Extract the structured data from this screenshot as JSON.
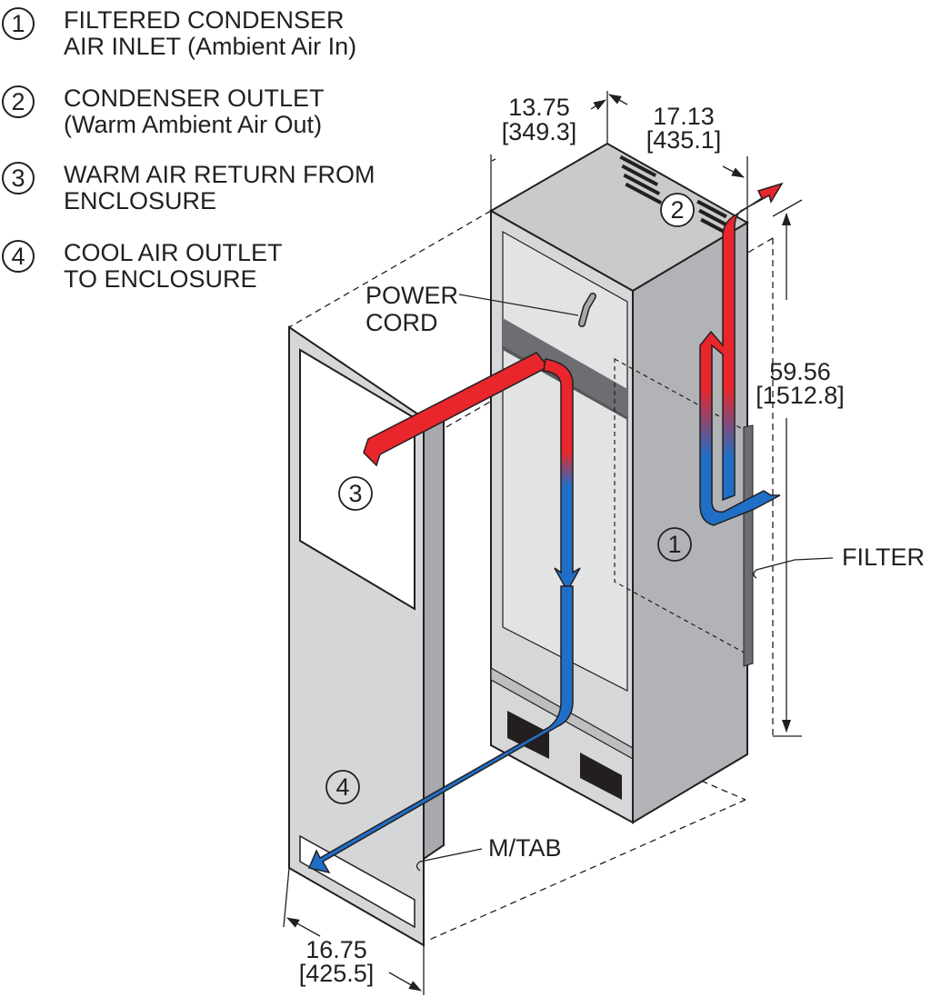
{
  "legend": [
    {
      "num": "1",
      "line1": "FILTERED CONDENSER",
      "line2": "AIR INLET (Ambient Air In)"
    },
    {
      "num": "2",
      "line1": "CONDENSER OUTLET",
      "line2": "(Warm Ambient Air Out)"
    },
    {
      "num": "3",
      "line1": "WARM AIR RETURN FROM",
      "line2": "ENCLOSURE"
    },
    {
      "num": "4",
      "line1": "COOL AIR OUTLET",
      "line2": "TO ENCLOSURE"
    }
  ],
  "dimensions": {
    "depth_in": "13.75",
    "depth_mm": "[349.3]",
    "side_in": "17.13",
    "side_mm": "[435.1]",
    "height_in": "59.56",
    "height_mm": "[1512.8]",
    "width_in": "16.75",
    "width_mm": "[425.5]"
  },
  "labels": {
    "power_cord_1": "POWER",
    "power_cord_2": "CORD",
    "filter": "FILTER",
    "mtab": "M/TAB"
  },
  "markers": {
    "m1": "1",
    "m2": "2",
    "m3": "3",
    "m4": "4"
  },
  "colors": {
    "warm_air": "#e8262b",
    "cool_air": "#1f6fc6",
    "unit_body": "#d2d3d5",
    "unit_side": "#a7a9ac"
  }
}
